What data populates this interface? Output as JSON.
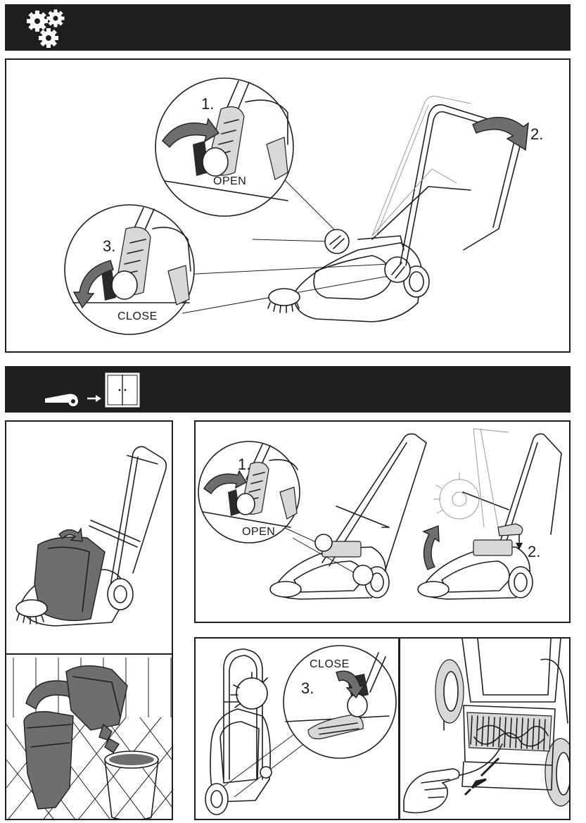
{
  "section1": {
    "icon": "gears-icon",
    "steps": {
      "open_step": "1.",
      "open_label": "OPEN",
      "fold_step": "2.",
      "close_step": "3.",
      "close_label": "CLOSE"
    }
  },
  "section2": {
    "icon": "sweeper-to-storage-icon",
    "panel_b": {
      "open_step": "1.",
      "open_label": "OPEN",
      "step": "2."
    },
    "panel_c": {
      "close_label": "CLOSE",
      "close_step": "3."
    }
  },
  "colors": {
    "header_bar": "#1e1e1e",
    "line": "#1e1e1e",
    "hopper_gray": "#6e6e6e"
  }
}
